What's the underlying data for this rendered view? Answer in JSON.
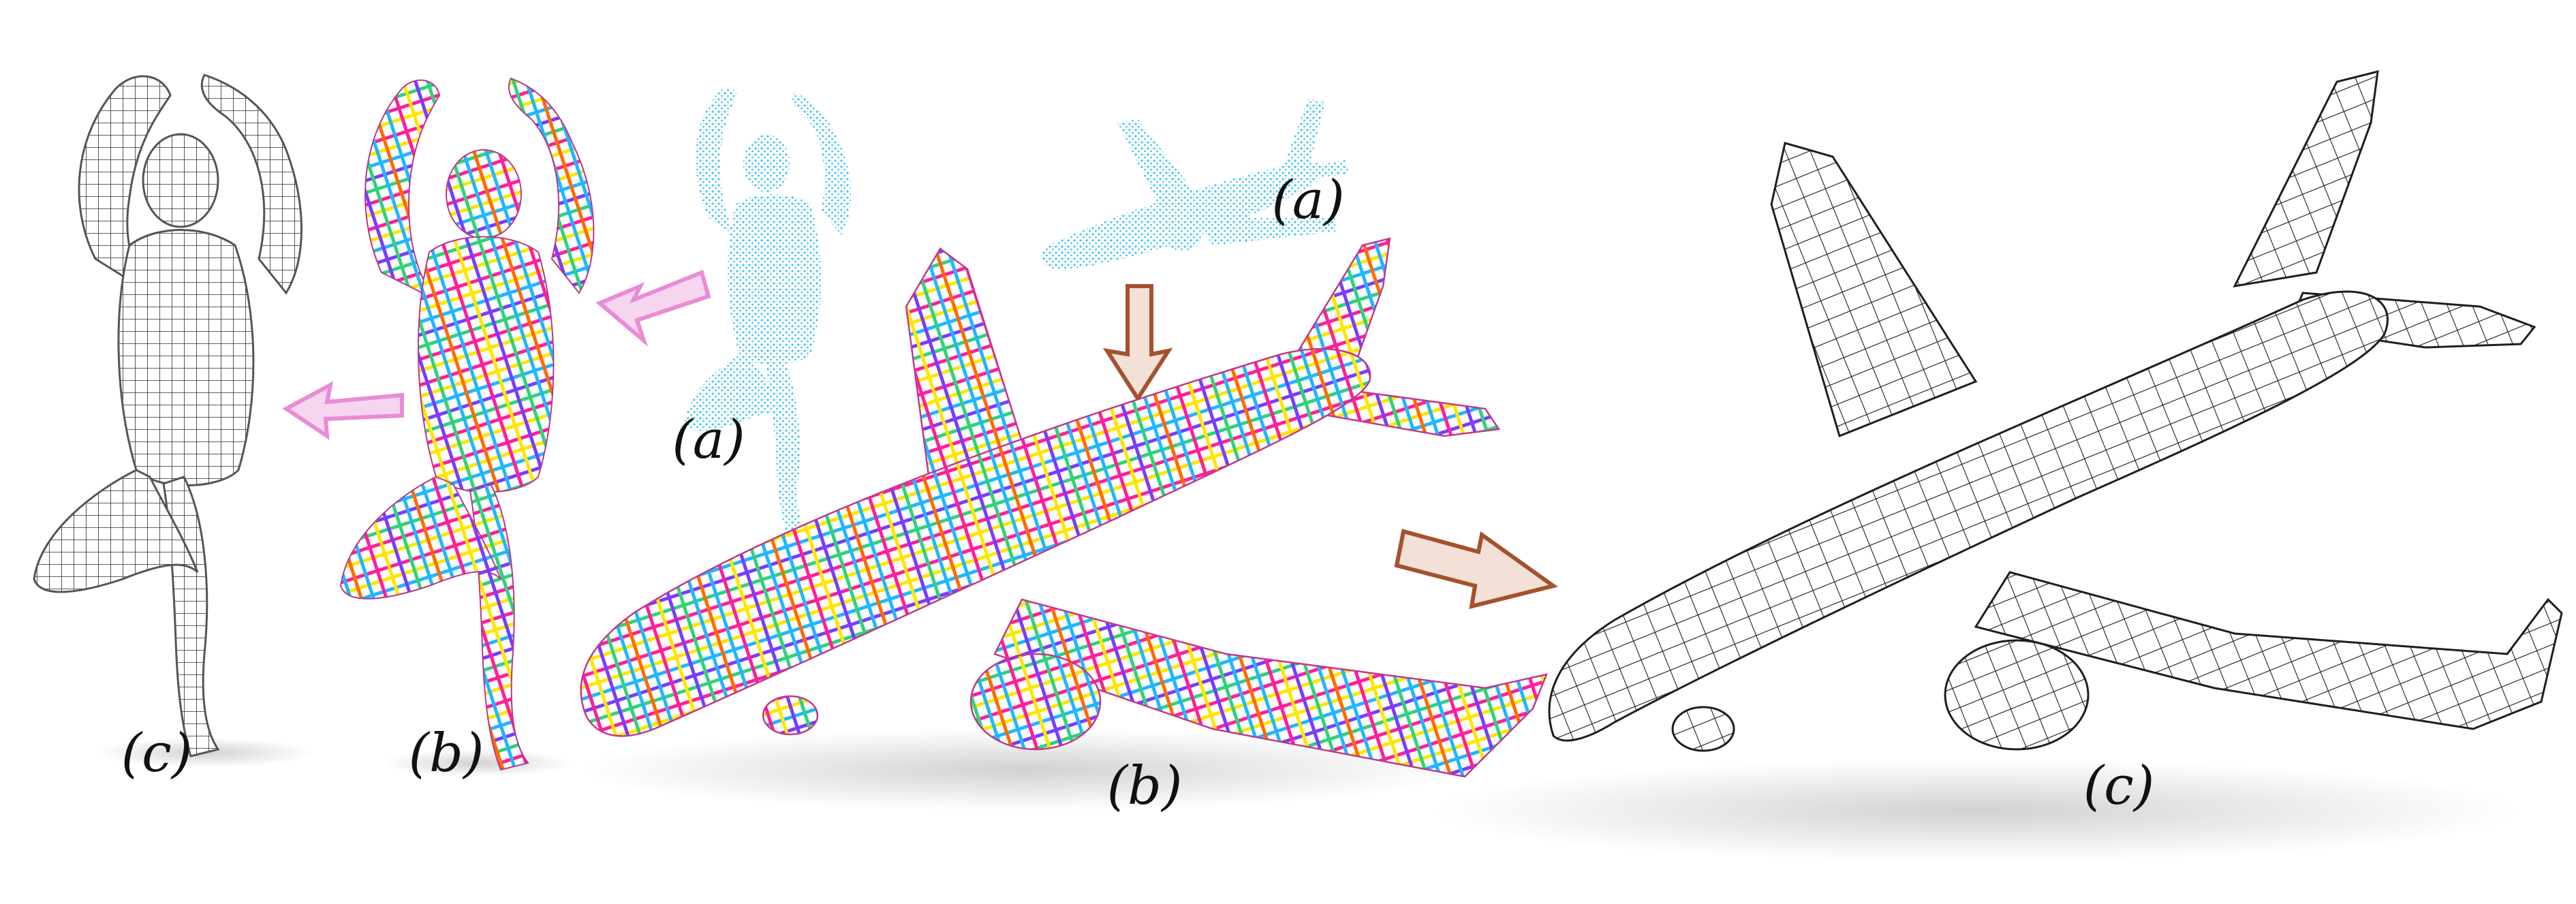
{
  "figure": {
    "panels": [
      {
        "id": "human-input",
        "label": "(a)",
        "kind": "point-cloud"
      },
      {
        "id": "human-field",
        "label": "(b)",
        "kind": "cross-field"
      },
      {
        "id": "human-quad",
        "label": "(c)",
        "kind": "quad-mesh"
      },
      {
        "id": "plane-input",
        "label": "(a)",
        "kind": "point-cloud"
      },
      {
        "id": "plane-field",
        "label": "(b)",
        "kind": "cross-field"
      },
      {
        "id": "plane-quad",
        "label": "(c)",
        "kind": "quad-mesh"
      }
    ],
    "colors": {
      "point_cloud": "#45c3ec",
      "quad_mesh_line": "#2b2b2b",
      "quad_mesh_fill": "#ffffff",
      "field_strokes": [
        "#ff1f9a",
        "#ffe600",
        "#22b6ff",
        "#7a3cff",
        "#33d17a",
        "#ff6b00"
      ],
      "arrow_human": "#e98bd6",
      "arrow_plane": "#a5512e"
    }
  }
}
